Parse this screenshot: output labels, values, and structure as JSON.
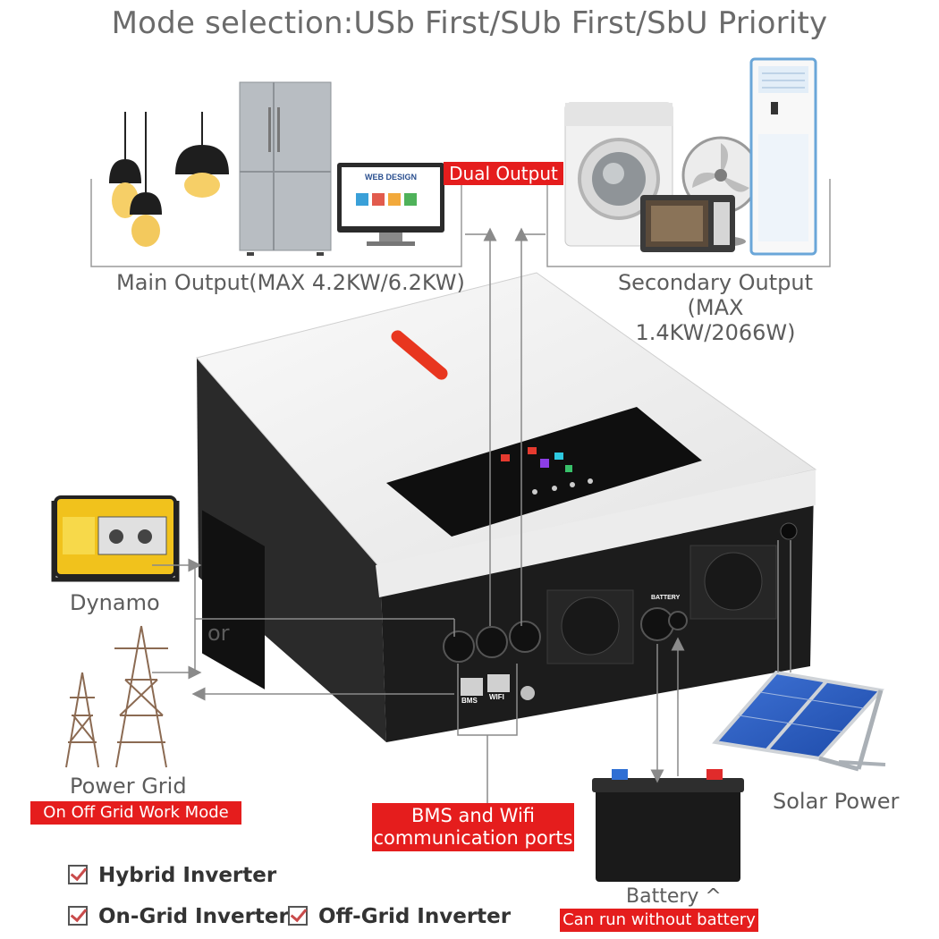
{
  "title": "Mode selection:USb First/SUb First/SbU Priority",
  "labels": {
    "dual_output": "Dual Output",
    "main_output": "Main Output(MAX 4.2KW/6.2KW)",
    "secondary_output_line1": "Secondary Output",
    "secondary_output_line2": "(MAX 1.4KW/2066W)",
    "dynamo": "Dynamo",
    "or": "or",
    "power_grid": "Power Grid",
    "on_off_grid": "On Off Grid Work Mode",
    "bms_wifi_line1": "BMS and Wifi",
    "bms_wifi_line2": "communication ports",
    "solar_power": "Solar Power",
    "battery": "Battery ^",
    "can_run_without_battery": "Can run without battery",
    "monitor_screen": "WEB DESIGN",
    "port_bms": "BMS",
    "port_wifi": "WIFI",
    "port_battery": "BATTERY"
  },
  "features": [
    {
      "label": "Hybrid Inverter"
    },
    {
      "label": "On-Grid Inverter"
    },
    {
      "label": "Off-Grid Inverter"
    }
  ],
  "colors": {
    "accent_red": "#e51d1d",
    "line_gray": "#8a8a8a",
    "inverter_white": "#f2f2f2",
    "inverter_black": "#1c1c1c"
  }
}
